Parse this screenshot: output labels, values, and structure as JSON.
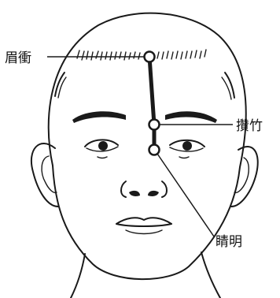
{
  "labels": {
    "meichong": "眉衝",
    "zanzhu": "攢竹",
    "jingming": "睛明"
  },
  "colors": {
    "ink": "#1a1a1a",
    "background": "#ffffff"
  }
}
